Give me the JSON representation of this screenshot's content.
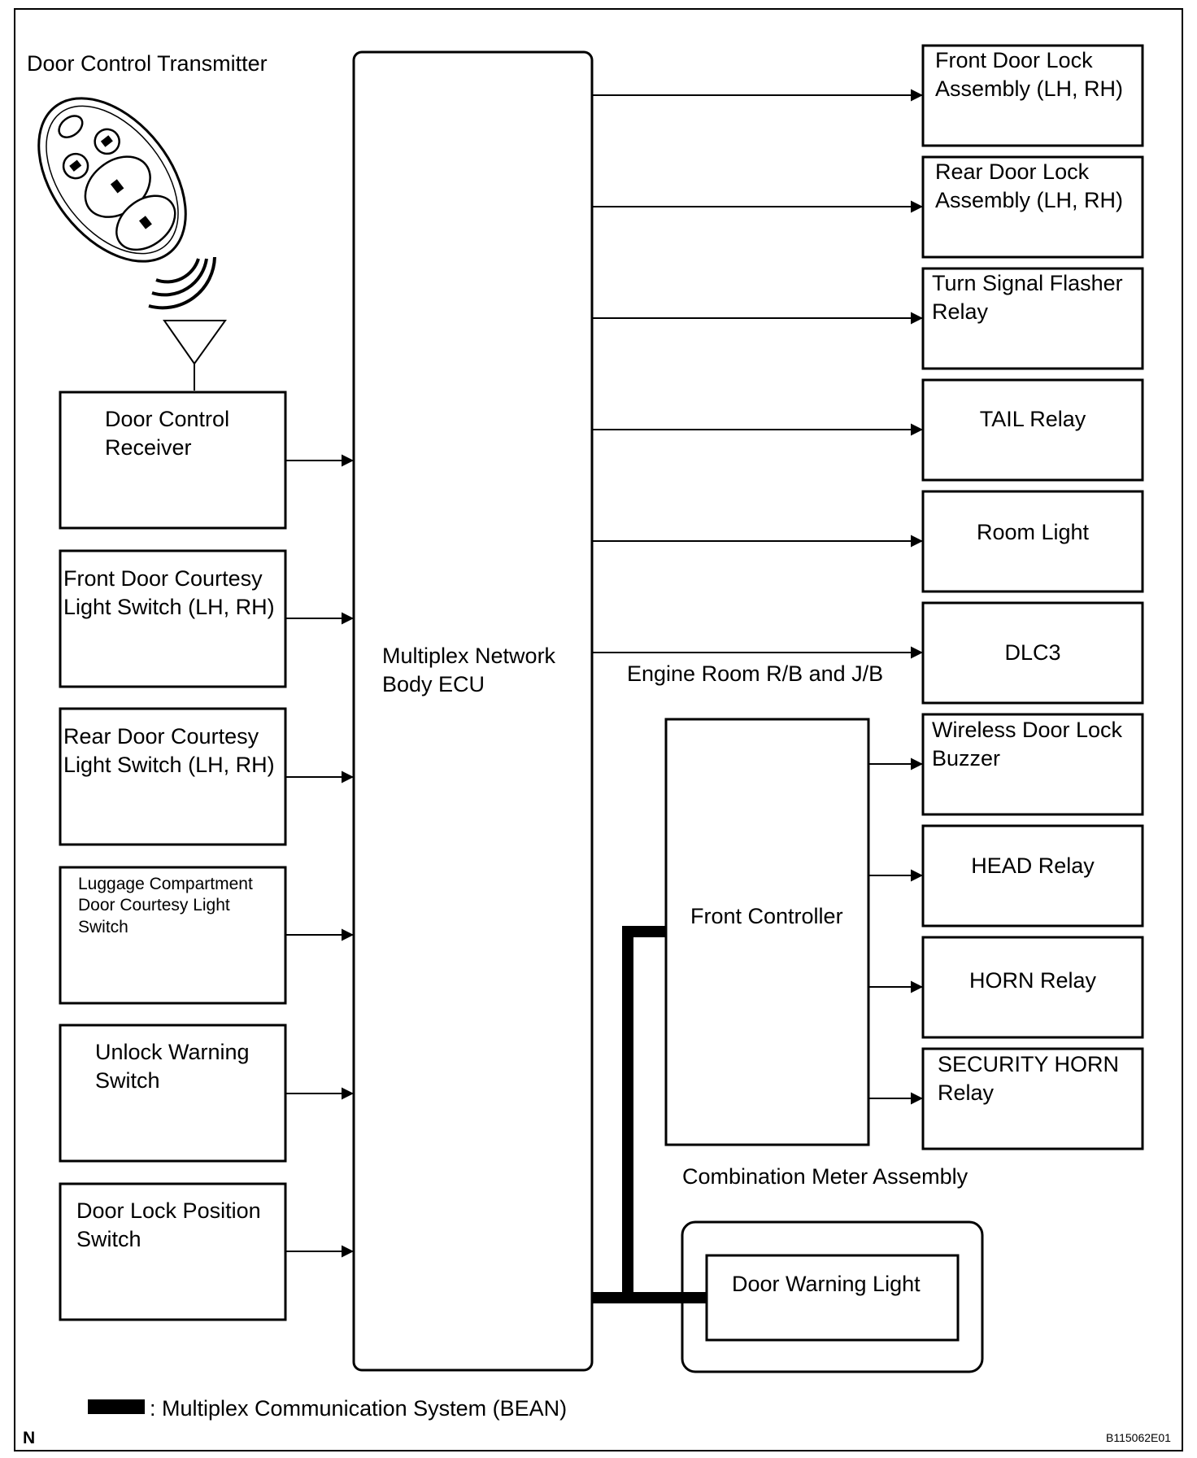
{
  "transmitter": {
    "label": "Door Control Transmitter"
  },
  "ecu": {
    "label": "Multiplex Network\nBody ECU"
  },
  "inputs": [
    "Door Control\nReceiver",
    "Front Door Courtesy\nLight Switch (LH, RH)",
    "Rear Door Courtesy\nLight Switch (LH, RH)",
    "Luggage Compartment\nDoor Courtesy Light\nSwitch",
    "Unlock Warning\nSwitch",
    "Door Lock Position\nSwitch"
  ],
  "engine_room": {
    "label": "Engine Room R/B and J/B",
    "outputs": [
      "Front Door Lock\nAssembly (LH, RH)",
      "Rear Door Lock\nAssembly (LH, RH)",
      "Turn Signal Flasher\nRelay",
      "TAIL Relay",
      "Room Light",
      "DLC3"
    ]
  },
  "front_controller": {
    "label": "Front Controller",
    "outputs": [
      "Wireless Door Lock\nBuzzer",
      "HEAD Relay",
      "HORN Relay",
      "SECURITY HORN\nRelay"
    ]
  },
  "combination_meter": {
    "label": "Combination Meter Assembly",
    "door_warning_light": "Door Warning Light"
  },
  "legend": {
    "label": ": Multiplex Communication System (BEAN)"
  },
  "corner_mark": "N",
  "figure_code": "B115062E01"
}
